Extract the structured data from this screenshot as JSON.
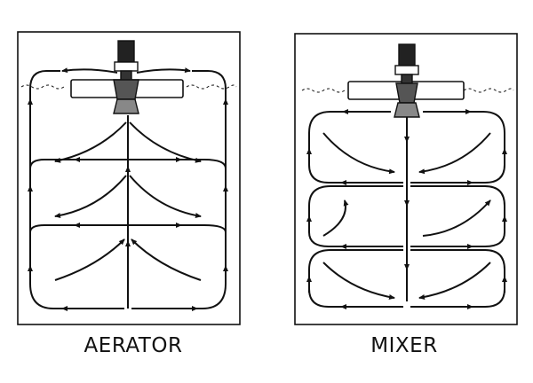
{
  "diagrams": [
    {
      "id": "aerator",
      "label": "AERATOR"
    },
    {
      "id": "mixer",
      "label": "MIXER"
    }
  ],
  "colors": {
    "stroke": "#111111",
    "background": "#ffffff"
  },
  "icons": [
    "motor-icon",
    "impeller-icon",
    "float-icon",
    "water-surface-icon",
    "flow-arrow-icon"
  ]
}
